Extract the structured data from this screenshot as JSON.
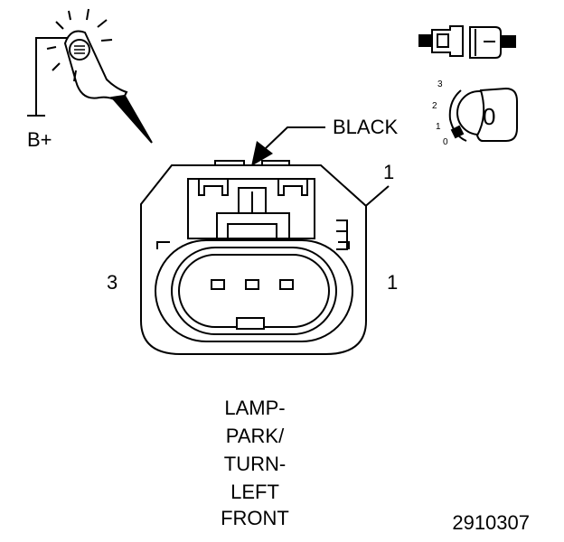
{
  "labels": {
    "power": "B+",
    "wire_color": "BLACK",
    "callout_terminal": "1",
    "left_terminal": "3",
    "right_terminal": "1",
    "figure_number": "2910307"
  },
  "ignition_switch": {
    "positions": [
      "3",
      "2",
      "1",
      "0"
    ],
    "key_position": "0"
  },
  "caption": {
    "lines": [
      "LAMP-",
      "PARK/",
      "TURN-",
      "LEFT",
      "FRONT"
    ]
  },
  "colors": {
    "ink": "#000000",
    "background": "#ffffff"
  }
}
